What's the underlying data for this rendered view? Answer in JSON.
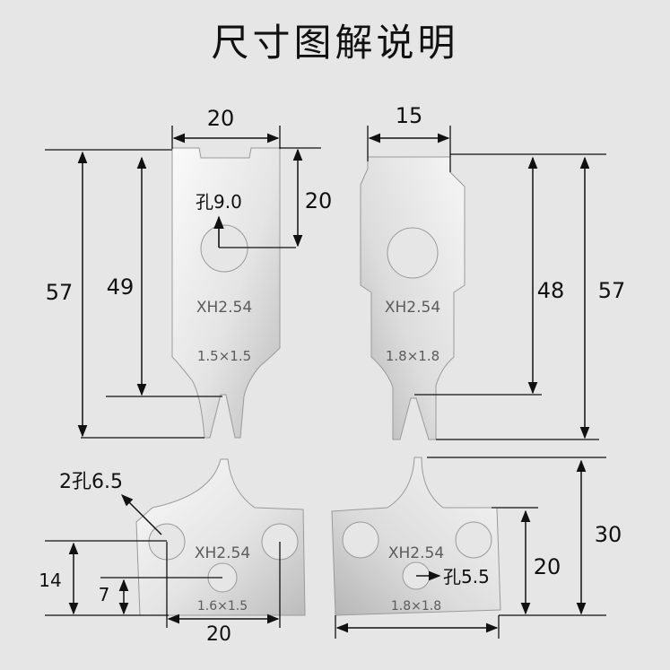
{
  "title": "尺寸图解说明",
  "colors": {
    "background": "#e6e6e6",
    "metal_light": "#f4f4f4",
    "metal_dark": "#bdbdbd",
    "line": "#111111"
  },
  "blade_top_left": {
    "marking_model": "XH2.54",
    "marking_size": "1.5×1.5",
    "hole_label": "孔9.0",
    "dim_width": "20",
    "dim_hole_depth": "20",
    "dim_total": "57",
    "dim_slot": "49"
  },
  "blade_top_right": {
    "marking_model": "XH2.54",
    "marking_size": "1.8×1.8",
    "dim_width": "15",
    "dim_slot": "48",
    "dim_total": "57"
  },
  "blade_bottom_left": {
    "marking_model": "XH2.54",
    "marking_size": "1.6×1.5",
    "hole_label": "2孔6.5",
    "dim_hole_height": "14",
    "dim_center_hole": "7",
    "dim_width": "20"
  },
  "blade_bottom_right": {
    "marking_model": "XH2.54",
    "marking_size": "1.8×1.8",
    "hole_label": "孔5.5",
    "dim_body_height": "20",
    "dim_total": "30"
  }
}
